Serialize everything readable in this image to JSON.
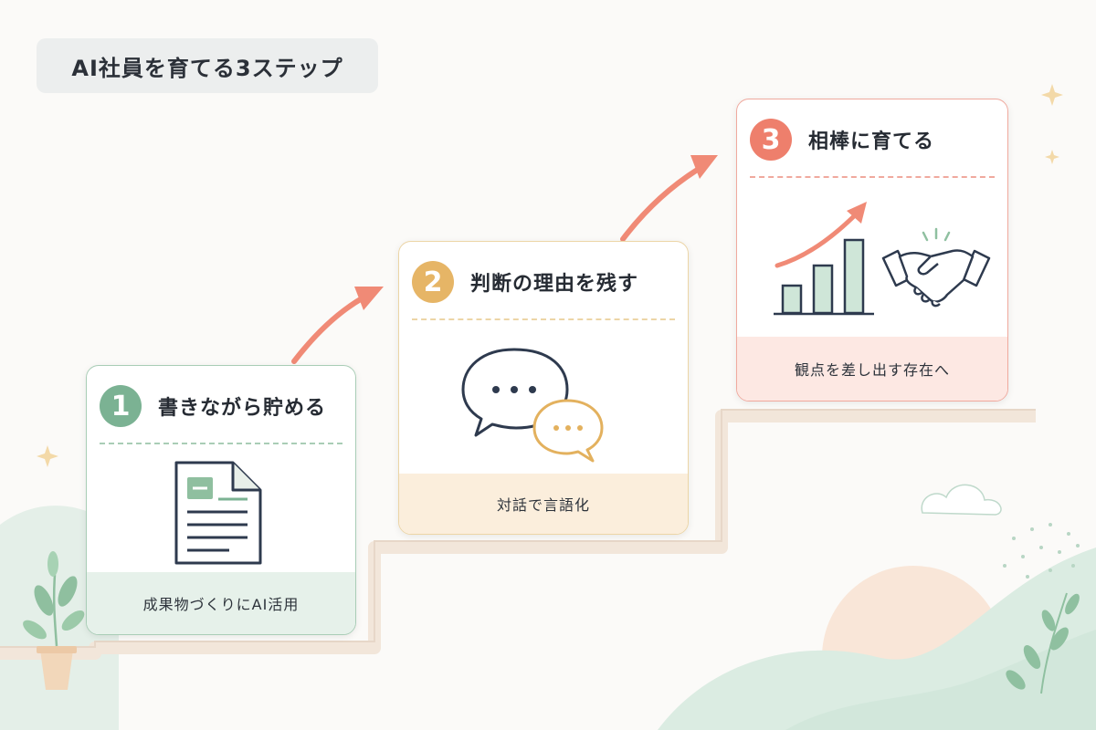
{
  "header": {
    "title": "AI社員を育てる3ステップ"
  },
  "steps": [
    {
      "number": "1",
      "title": "書きながら貯める",
      "caption": "成果物づくりにAI活用",
      "icon": "document-icon",
      "color": "#7bb293"
    },
    {
      "number": "2",
      "title": "判断の理由を残す",
      "caption": "対話で言語化",
      "icon": "chat-bubbles-icon",
      "color": "#e6b566"
    },
    {
      "number": "3",
      "title": "相棒に育てる",
      "caption": "観点を差し出す存在へ",
      "icon": "growth-chart-handshake-icon",
      "color": "#ee7f6c"
    }
  ],
  "colors": {
    "arrow": "#f08a76",
    "stair": "#f0e4d8",
    "background": "#fbfaf8"
  }
}
